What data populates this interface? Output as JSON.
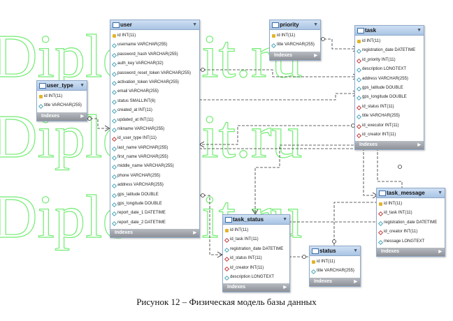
{
  "watermark": {
    "text": "Diplom-it.ru",
    "color": "#00dd00"
  },
  "footer_label": "Indexes",
  "caption": "Рисунок 12  – Физическая модель базы данных",
  "tables": {
    "user": {
      "name": "user",
      "columns": [
        {
          "icon": "pk",
          "text": "id INT(11)"
        },
        {
          "icon": "col",
          "text": "username VARCHAR(255)"
        },
        {
          "icon": "col",
          "text": "password_hash VARCHAR(255)"
        },
        {
          "icon": "col",
          "text": "auth_key VARCHAR(32)"
        },
        {
          "icon": "col",
          "text": "password_reset_token VARCHAR(255)"
        },
        {
          "icon": "col",
          "text": "activation_token VARCHAR(255)"
        },
        {
          "icon": "col",
          "text": "email VARCHAR(255)"
        },
        {
          "icon": "col",
          "text": "status SMALLINT(6)"
        },
        {
          "icon": "col",
          "text": "created_at INT(11)"
        },
        {
          "icon": "col",
          "text": "updated_at INT(11)"
        },
        {
          "icon": "col",
          "text": "nikname VARCHAR(255)"
        },
        {
          "icon": "fk",
          "text": "id_user_type INT(11)"
        },
        {
          "icon": "col",
          "text": "last_name VARCHAR(255)"
        },
        {
          "icon": "col",
          "text": "first_name VARCHAR(255)"
        },
        {
          "icon": "col",
          "text": "middle_name VARCHAR(255)"
        },
        {
          "icon": "col",
          "text": "phone VARCHAR(255)"
        },
        {
          "icon": "col",
          "text": "address VARCHAR(255)"
        },
        {
          "icon": "col",
          "text": "gps_latitude DOUBLE"
        },
        {
          "icon": "col",
          "text": "gps_longitude DOUBLE"
        },
        {
          "icon": "col",
          "text": "report_date_1 DATETIME"
        },
        {
          "icon": "col",
          "text": "report_date_2 DATETIME"
        }
      ]
    },
    "user_type": {
      "name": "user_type",
      "columns": [
        {
          "icon": "pk",
          "text": "id INT(11)"
        },
        {
          "icon": "col",
          "text": "title VARCHAR(255)"
        }
      ]
    },
    "priority": {
      "name": "priority",
      "columns": [
        {
          "icon": "pk",
          "text": "id INT(11)"
        },
        {
          "icon": "col",
          "text": "title VARCHAR(255)"
        }
      ]
    },
    "task": {
      "name": "task",
      "columns": [
        {
          "icon": "pk",
          "text": "id INT(11)"
        },
        {
          "icon": "col",
          "text": "registration_date DATETIME"
        },
        {
          "icon": "fk",
          "text": "id_priority INT(11)"
        },
        {
          "icon": "col",
          "text": "description LONGTEXT"
        },
        {
          "icon": "col",
          "text": "address VARCHAR(255)"
        },
        {
          "icon": "col",
          "text": "gps_latitude DOUBLE"
        },
        {
          "icon": "col",
          "text": "gps_longitude DOUBLE"
        },
        {
          "icon": "fk",
          "text": "id_status INT(11)"
        },
        {
          "icon": "col",
          "text": "title VARCHAR(255)"
        },
        {
          "icon": "fk",
          "text": "id_executor INT(11)"
        },
        {
          "icon": "fk",
          "text": "id_creator INT(11)"
        }
      ]
    },
    "task_message": {
      "name": "task_message",
      "columns": [
        {
          "icon": "pk",
          "text": "id INT(11)"
        },
        {
          "icon": "fk",
          "text": "id_task INT(11)"
        },
        {
          "icon": "col",
          "text": "registration_date DATETIME"
        },
        {
          "icon": "fk",
          "text": "id_creator INT(11)"
        },
        {
          "icon": "col",
          "text": "message LONGTEXT"
        }
      ]
    },
    "task_status": {
      "name": "task_status",
      "columns": [
        {
          "icon": "pk",
          "text": "id INT(11)"
        },
        {
          "icon": "fk",
          "text": "id_task INT(11)"
        },
        {
          "icon": "col",
          "text": "registration_date DATETIME"
        },
        {
          "icon": "fk",
          "text": "id_status INT(11)"
        },
        {
          "icon": "fk",
          "text": "id_creator INT(11)"
        },
        {
          "icon": "col",
          "text": "description LONGTEXT"
        }
      ]
    },
    "status": {
      "name": "status",
      "columns": [
        {
          "icon": "pk",
          "text": "id INT(11)"
        },
        {
          "icon": "col",
          "text": "title VARCHAR(255)"
        }
      ]
    }
  }
}
